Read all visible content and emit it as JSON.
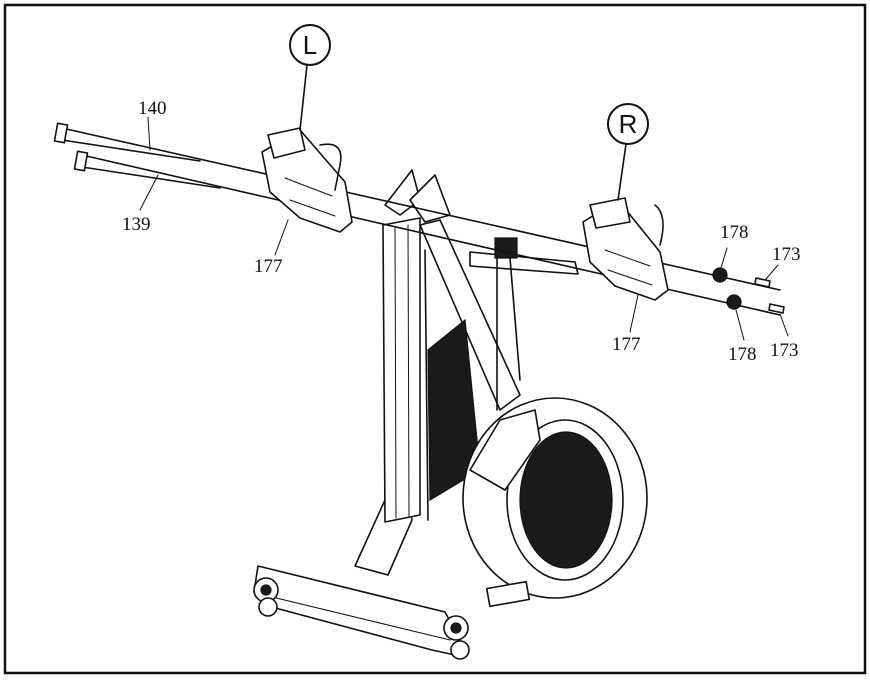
{
  "diagram": {
    "side_left": "L",
    "side_right": "R",
    "parts": {
      "p140": "140",
      "p139": "139",
      "p177_left": "177",
      "p177_right": "177",
      "p178_top": "178",
      "p178_bottom": "178",
      "p173_top": "173",
      "p173_bottom": "173"
    }
  }
}
